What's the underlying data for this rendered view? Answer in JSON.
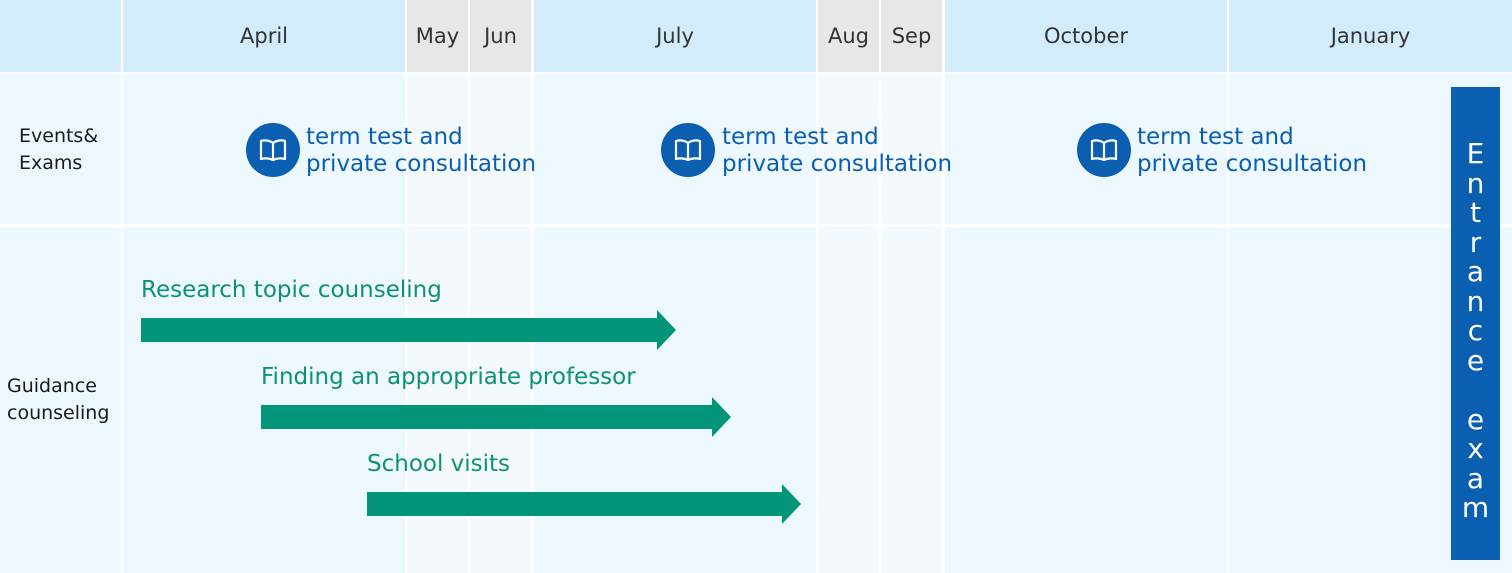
{
  "months": [
    {
      "label": "April",
      "tone": "blue"
    },
    {
      "label": "May",
      "tone": "gray"
    },
    {
      "label": "Jun",
      "tone": "gray"
    },
    {
      "label": "July",
      "tone": "blue"
    },
    {
      "label": "Aug",
      "tone": "gray"
    },
    {
      "label": "Sep",
      "tone": "gray"
    },
    {
      "label": "October",
      "tone": "blue"
    },
    {
      "label": "January",
      "tone": "blue"
    }
  ],
  "rows": {
    "events_label": "Events&\nExams",
    "guidance_label": "Guidance\ncounseling"
  },
  "events": [
    {
      "icon": "book-icon",
      "text": "term test and\nprivate consultation"
    },
    {
      "icon": "book-icon",
      "text": "term test and\nprivate consultation"
    },
    {
      "icon": "book-icon",
      "text": "term test and\nprivate consultation"
    }
  ],
  "guidance": [
    {
      "label": "Research topic counseling"
    },
    {
      "label": "Finding an appropriate professor"
    },
    {
      "label": "School visits"
    }
  ],
  "exam": {
    "label": "Entrance exam"
  },
  "colors": {
    "header_blue": "#d3ecfb",
    "header_gray": "#e7e7e7",
    "event_blue": "#0a5fb0",
    "guidance_green": "#02957a"
  }
}
